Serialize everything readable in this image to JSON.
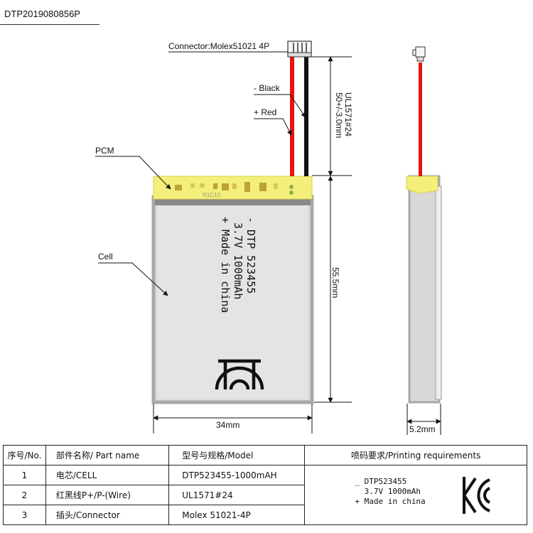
{
  "doc_id": "DTP2019080856P",
  "labels": {
    "connector": "Connector:Molex51021 4P",
    "black": "- Black",
    "red": "+ Red",
    "pcm": "PCM",
    "cell": "Cell",
    "wire": "UL1571#24",
    "wire_length": "50+/-3.0mm",
    "height": "55.5mm",
    "width": "34mm",
    "thickness": "5.2mm",
    "pcb_mark": "R1C10"
  },
  "cell_print": {
    "line1": "- DTP 523455",
    "line2": "3.7V 1000mAh",
    "line3": "+ Made in china"
  },
  "table": {
    "headers": [
      "序号/No.",
      "部件名称/ Part name",
      "型号与规格/Model",
      "喷码要求/Printing requirements"
    ],
    "rows": [
      {
        "no": "1",
        "name": "电芯/CELL",
        "model": "DTP523455-1000mAH"
      },
      {
        "no": "2",
        "name": "红黑线P+/P-(Wire)",
        "model": "UL1571#24"
      },
      {
        "no": "3",
        "name": "插头/Connector",
        "model": "Molex 51021-4P"
      }
    ],
    "printing": {
      "line1": "_ DTP523455",
      "line2": "  3.7V 1000mAh",
      "line3": "+ Made in china"
    }
  },
  "colors": {
    "pcm_yellow": "#f3ef7a",
    "cell_grey": "#e3e3e3",
    "wire_red": "#e8140f",
    "wire_black": "#111111"
  }
}
